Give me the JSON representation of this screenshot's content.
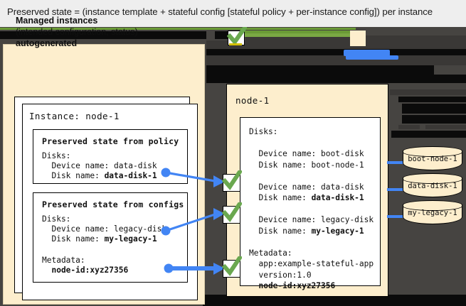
{
  "caption": {
    "text": "Preserved state = (instance template + stateful config [stateful policy + per-instance config]) per instance"
  },
  "colors": {
    "canvas_bg": "#464441",
    "panel_cream": "#fdeecd",
    "arrow_blue": "#4285f4",
    "check_green": "#6aa84f",
    "rule_green": "#6a9b36",
    "caption_bg": "#eeeeee"
  },
  "left_panel": {
    "title": "Managed instances",
    "subtitle": "(intended configuration, status)",
    "autogenerated": "autogenerated",
    "instance_label": "Instance: node-1",
    "policy_box": {
      "title": "Preserved state from policy",
      "lines": "Disks:\n  Device name: data-disk\n  Disk name: ",
      "bold_value": "data-disk-1"
    },
    "configs_box": {
      "title": "Preserved state from configs",
      "disks_lines": "Disks:\n  Device name: legacy-disk\n  Disk name: ",
      "disks_bold": "my-legacy-1",
      "metadata_label": "Metadata:",
      "metadata_bold": "  node-id:xyz27356"
    }
  },
  "right_panel": {
    "node_label": "node-1",
    "disks_header": "Disks:",
    "boot_disk": {
      "device": "  Device name: boot-disk",
      "disk": "  Disk name: boot-node-1"
    },
    "data_disk": {
      "device": "  Device name: data-disk",
      "disk_prefix": "  Disk name: ",
      "disk_bold": "data-disk-1"
    },
    "legacy_disk": {
      "device": "  Device name: legacy-disk",
      "disk_prefix": "  Disk name: ",
      "disk_bold": "my-legacy-1"
    },
    "metadata": {
      "label": "Metadata:",
      "app": "  app:example-stateful-app",
      "version": "  version:1.0",
      "node_id_bold": "  node-id:xyz27356"
    }
  },
  "disks": [
    {
      "name": "boot-node-1"
    },
    {
      "name": "data-disk-1"
    },
    {
      "name": "my-legacy-1"
    }
  ],
  "checkmarks": [
    {
      "id": "check-top-banner"
    },
    {
      "id": "check-data-disk"
    },
    {
      "id": "check-legacy-disk"
    },
    {
      "id": "check-node-id"
    }
  ]
}
